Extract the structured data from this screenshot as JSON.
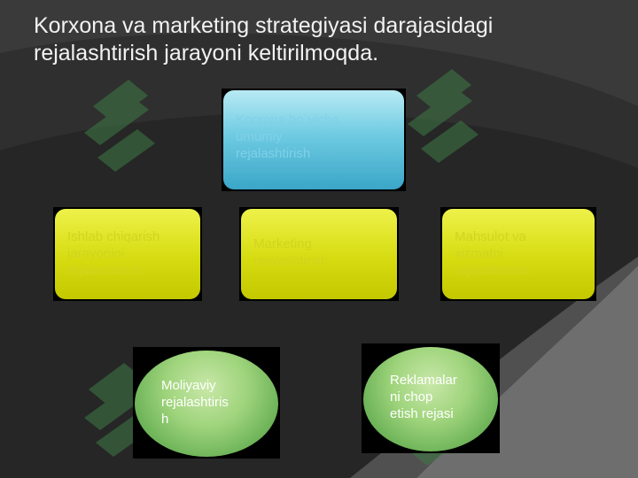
{
  "slide": {
    "title_lines": [
      "Korxona va marketing strategiyasi darajasidagi",
      "rejalashtirish jarayoni keltirilmoqda."
    ]
  },
  "diagram": {
    "top_node": {
      "lines": [
        "Korxona bo`yicha",
        "umumiy",
        "rejalashtirish"
      ]
    },
    "middle_nodes": [
      {
        "lines": [
          "Ishlab chiqarish",
          "jarayonini",
          "rejalashtirish"
        ]
      },
      {
        "lines": [
          "Marketing",
          "rejalashtirish"
        ]
      },
      {
        "lines": [
          "Mahsulot va",
          "xizmatni",
          "rejalashtirish"
        ]
      }
    ],
    "bottom_nodes": [
      {
        "lines": [
          "Moliyaviy",
          "rejalashtiris",
          "h"
        ]
      },
      {
        "lines": [
          "Reklamalar",
          "ni chop",
          "etish rejasi"
        ]
      }
    ]
  },
  "colors": {
    "background": "#3a3a3a",
    "top_node": "#6fcbe2",
    "middle_nodes": "#d6dc10",
    "bottom_nodes": "#9fd47c",
    "watermark": "#4a7a4a"
  },
  "watermark": {
    "icon": "soft-logo-icon"
  }
}
